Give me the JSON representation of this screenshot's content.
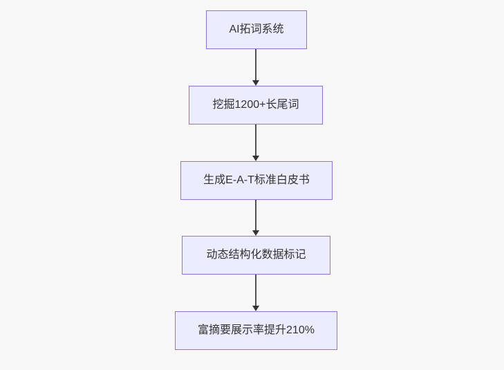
{
  "diagram": {
    "type": "flowchart",
    "direction": "top-down",
    "nodes": [
      {
        "label": "AI拓词系统"
      },
      {
        "label": "挖掘1200+长尾词"
      },
      {
        "label": "生成E-A-T标准白皮书"
      },
      {
        "label": "动态结构化数据标记"
      },
      {
        "label": "富摘要展示率提升210%"
      }
    ],
    "edges": [
      {
        "from": 0,
        "to": 1
      },
      {
        "from": 1,
        "to": 2
      },
      {
        "from": 2,
        "to": 3
      },
      {
        "from": 3,
        "to": 4
      }
    ],
    "colors": {
      "node_fill": "#ECECFF",
      "node_border": "#9370DB",
      "arrow": "#333333",
      "text": "#333333",
      "background": "#f8f8f8"
    }
  }
}
